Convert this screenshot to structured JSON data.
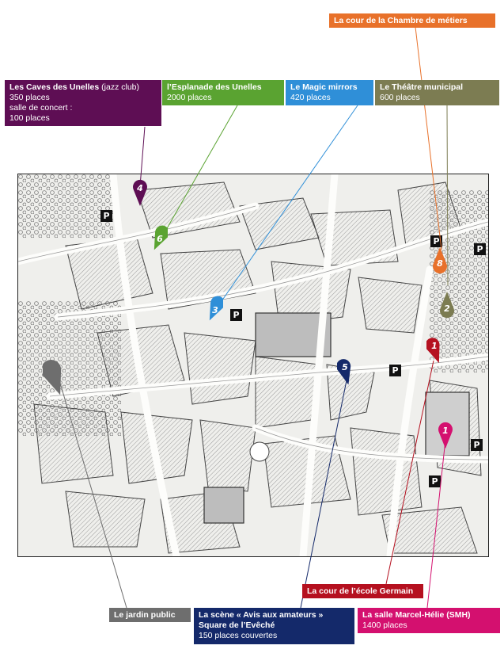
{
  "labels": {
    "caves": {
      "title": "Les Caves des Unelles",
      "title_suffix": " (jazz club)",
      "line1": "350 places",
      "line2": "salle de concert :",
      "line3": "100 places",
      "color": "#5e0e54"
    },
    "esplanade": {
      "title": "l’Esplanade des Unelles",
      "line1": "2000 places",
      "color": "#5aa331"
    },
    "magic": {
      "title": "Le Magic mirrors",
      "line1": "420 places",
      "color": "#2f8fd8"
    },
    "theatre": {
      "title": "Le Théâtre municipal",
      "line1": "600 places",
      "color": "#7c7c52"
    },
    "chambre": {
      "title": "La cour de la Chambre de métiers",
      "color": "#e8712a"
    },
    "germain": {
      "title": "La cour de l’école Germain",
      "color": "#b5101f"
    },
    "jardin": {
      "title": "Le jardin public",
      "color": "#6e6e6e"
    },
    "scene": {
      "title": "La scène « Avis aux amateurs »",
      "line1": "Square de l’Evêché",
      "line2": "150 places couvertes",
      "color": "#14296a"
    },
    "smh": {
      "title": "La salle Marcel-Hélie (SMH)",
      "line1": "1400 places",
      "color": "#d4106f"
    }
  },
  "pins": [
    {
      "num": "4",
      "color": "#5e0e54",
      "name": "pin-caves"
    },
    {
      "num": "6",
      "color": "#5aa331",
      "name": "pin-esplanade"
    },
    {
      "num": "3",
      "color": "#2f8fd8",
      "name": "pin-magic"
    },
    {
      "num": "8",
      "color": "#e8712a",
      "name": "pin-chambre"
    },
    {
      "num": "2",
      "color": "#7c7c52",
      "name": "pin-theatre"
    },
    {
      "num": "1",
      "color": "#b5101f",
      "name": "pin-germain"
    },
    {
      "num": "5",
      "color": "#14296a",
      "name": "pin-scene"
    },
    {
      "num": "1",
      "color": "#d4106f",
      "name": "pin-smh"
    },
    {
      "num": "",
      "color": "#6e6e6e",
      "name": "pin-jardin"
    }
  ],
  "parking_label": "P"
}
